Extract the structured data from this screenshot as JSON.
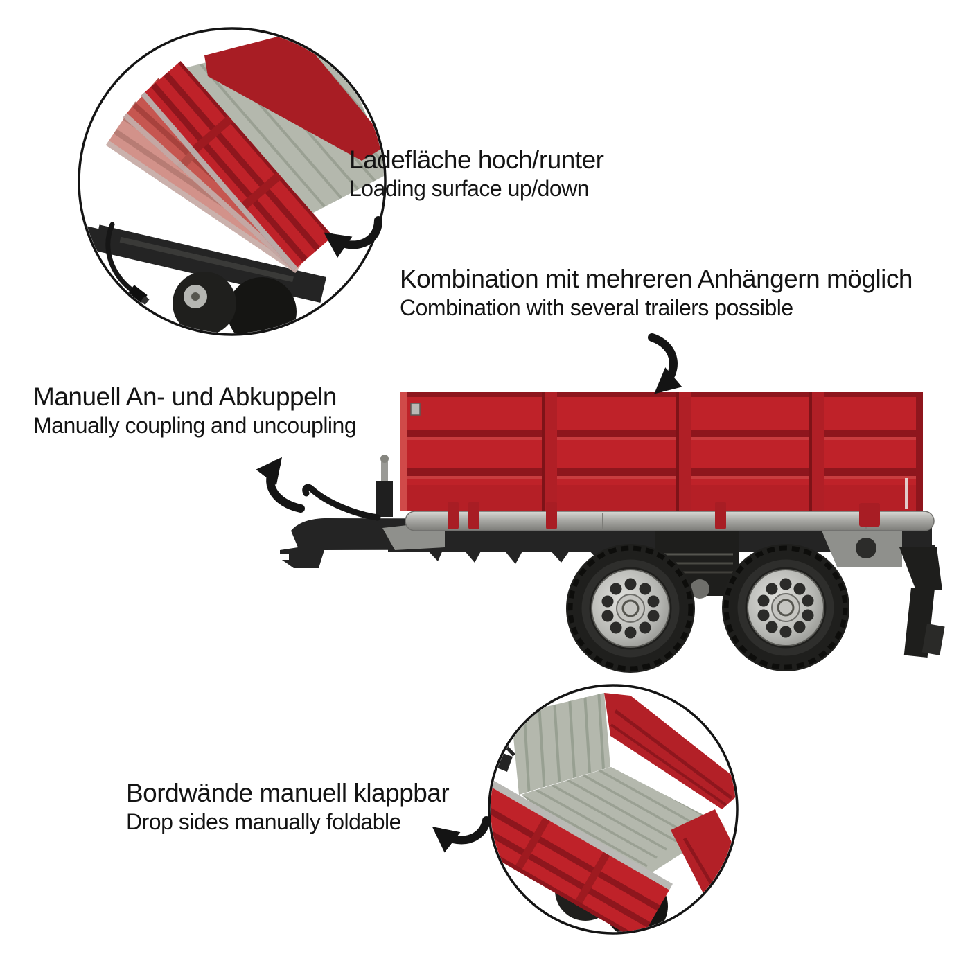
{
  "annotations": {
    "loading_surface": {
      "de": "Ladefläche hoch/runter",
      "en": "Loading surface up/down"
    },
    "combination": {
      "de": "Kombination mit mehreren Anhängern möglich",
      "en": "Combination with several trailers possible"
    },
    "coupling": {
      "de": "Manuell An- und Abkuppeln",
      "en": "Manually coupling and uncoupling"
    },
    "drop_sides": {
      "de": "Bordwände manuell klappbar",
      "en": "Drop sides manually foldable"
    }
  },
  "colors": {
    "body_red": "#bf2229",
    "body_red_dark": "#8e161d",
    "bed_gray": "#b4b8ad",
    "rail_silver": "#b0b0ac",
    "chassis_black": "#242424",
    "tire_black": "#1f1f1d",
    "rim_silver": "#b5b6b2",
    "annotation_text": "#141414",
    "arrow_black": "#141414",
    "background": "#ffffff"
  }
}
